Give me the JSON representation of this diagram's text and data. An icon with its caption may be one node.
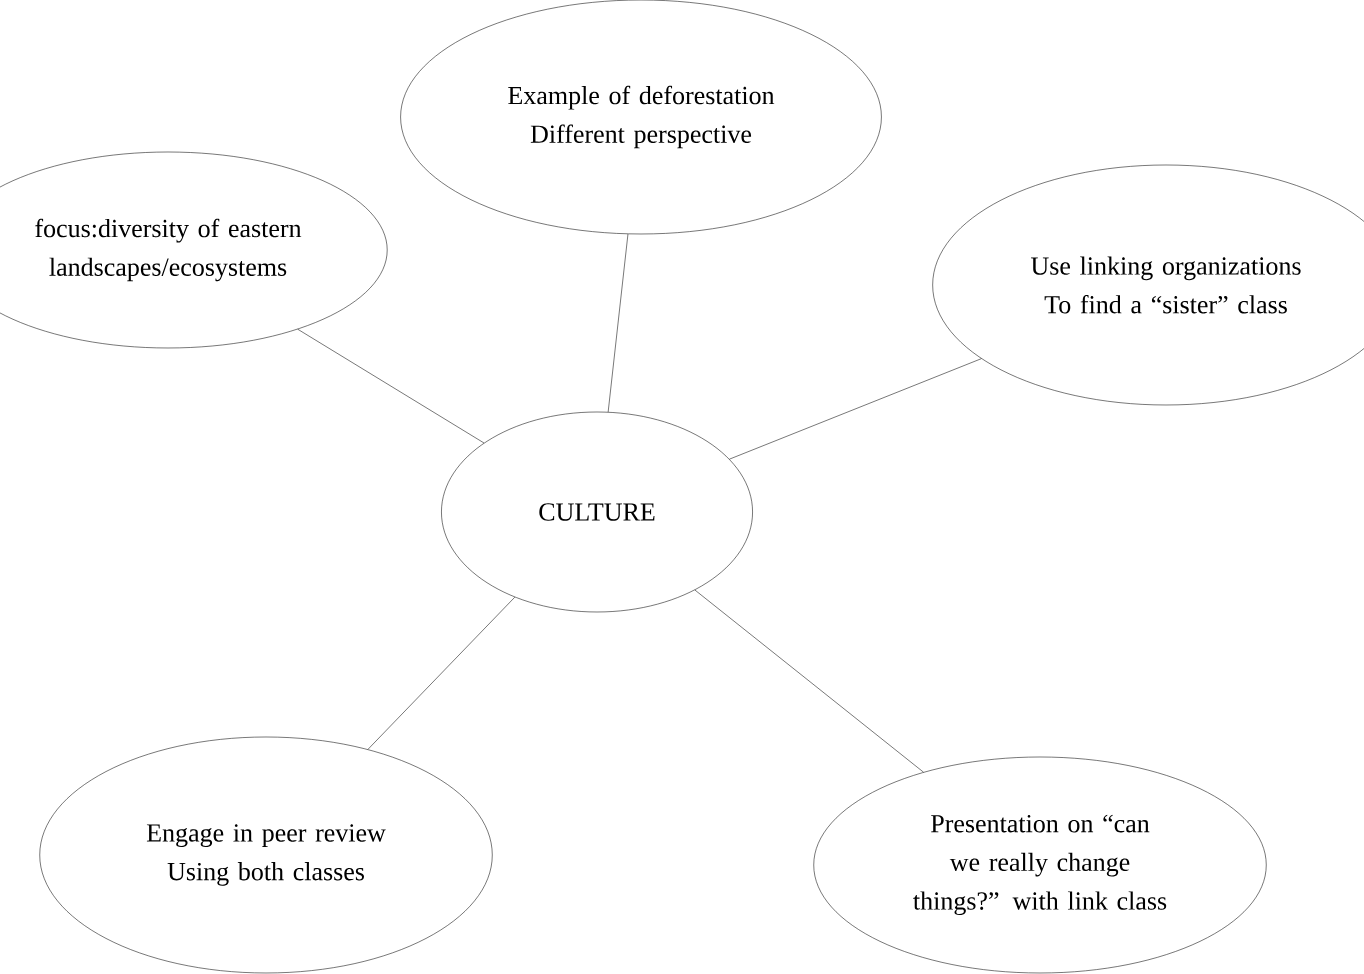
{
  "diagram": {
    "nodes": [
      {
        "text": [
          "CULTURE"
        ]
      },
      {
        "text": [
          "Example of deforestation",
          "Different perspective"
        ]
      },
      {
        "text": [
          "focus:diversity of eastern landscapes/ecosystems"
        ]
      },
      {
        "text": [
          "Use linking organizations",
          "To find a “sister” class"
        ]
      },
      {
        "text": [
          "Engage in peer review",
          "Using both classes"
        ]
      },
      {
        "text": [
          "Presentation on “can we really change things?” with link class"
        ]
      }
    ],
    "edges": [
      {
        "from": 0,
        "to": 1,
        "arrow": "none"
      },
      {
        "from": 0,
        "to": 2,
        "arrow": "none"
      },
      {
        "from": 0,
        "to": 3,
        "arrow": "none"
      },
      {
        "from": 0,
        "to": 4,
        "arrow": "none"
      },
      {
        "from": 0,
        "to": 5,
        "arrow": "none"
      }
    ]
  }
}
